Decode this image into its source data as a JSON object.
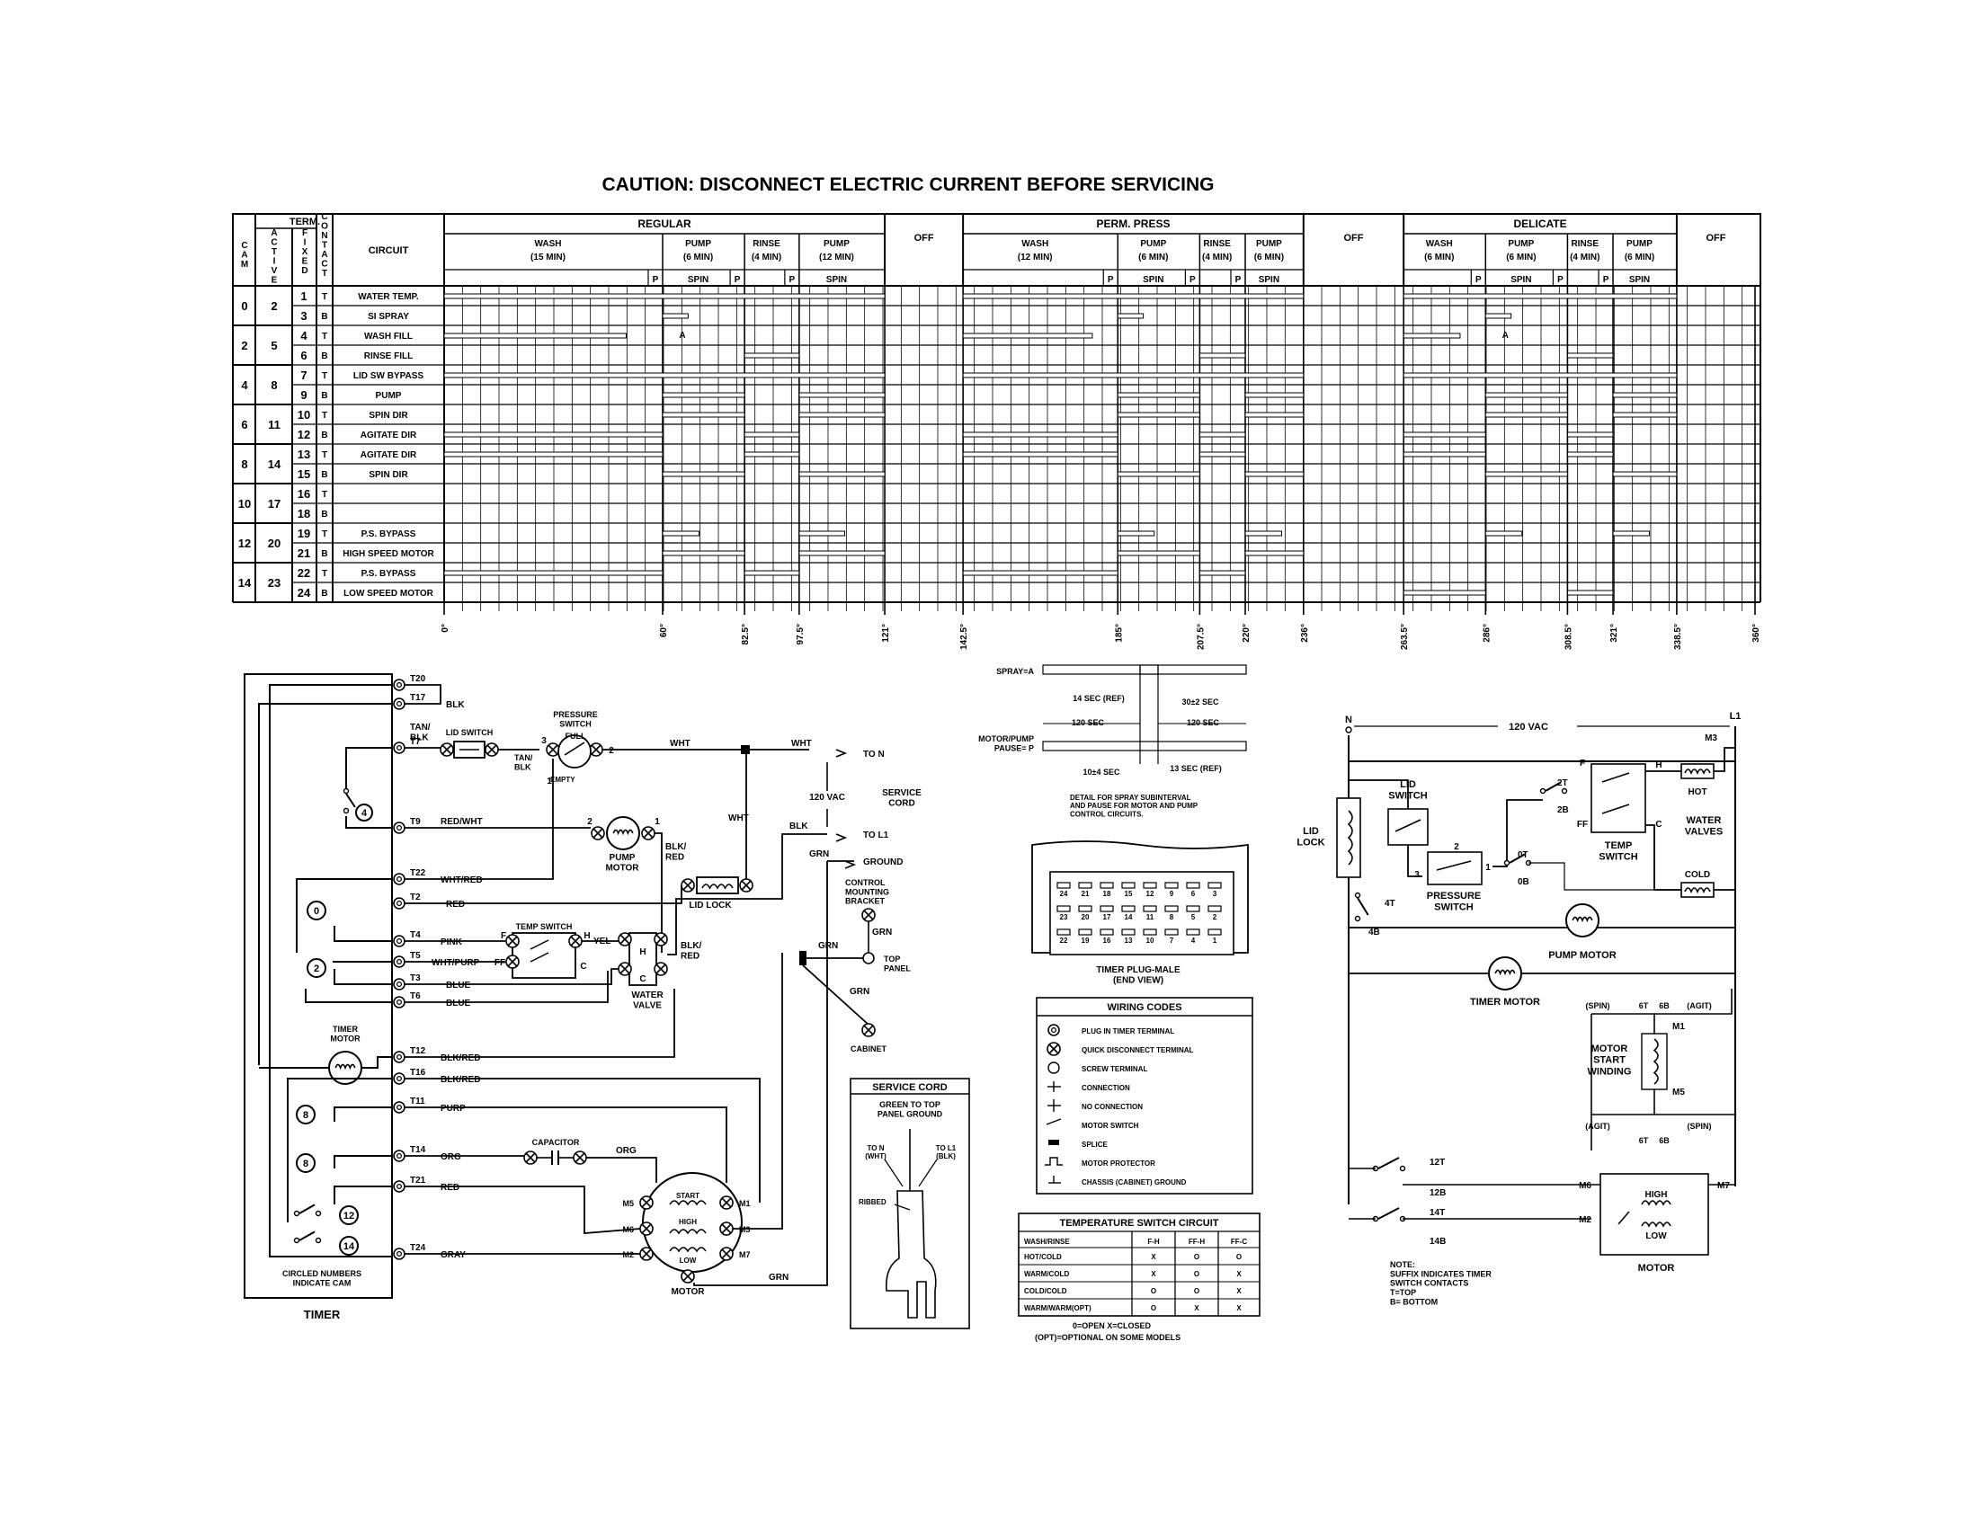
{
  "title": "CAUTION: DISCONNECT ELECTRIC CURRENT BEFORE SERVICING",
  "timer_chart": {
    "header": {
      "term": "TERM.",
      "cam": "CAM",
      "active": "ACTIVE",
      "fixed": "FIXED",
      "contact": "CONTACT",
      "circuit": "CIRCUIT"
    },
    "cycles": [
      {
        "name": "REGULAR",
        "segments": [
          {
            "name": "WASH",
            "time": "(15 MIN)",
            "sub": "",
            "p": "P"
          },
          {
            "name": "PUMP",
            "time": "(6 MIN)",
            "sub": "SPIN",
            "p": "P"
          },
          {
            "name": "RINSE",
            "time": "(4 MIN)",
            "sub": "",
            "p": "P"
          },
          {
            "name": "PUMP",
            "time": "(12 MIN)",
            "sub": "SPIN",
            "p": ""
          }
        ]
      },
      {
        "name": "OFF",
        "segments": []
      },
      {
        "name": "PERM. PRESS",
        "segments": [
          {
            "name": "WASH",
            "time": "(12 MIN)",
            "sub": "",
            "p": "P"
          },
          {
            "name": "PUMP",
            "time": "(6 MIN)",
            "sub": "SPIN",
            "p": "P"
          },
          {
            "name": "RINSE",
            "time": "(4 MIN)",
            "sub": "",
            "p": "P"
          },
          {
            "name": "PUMP",
            "time": "(6 MIN)",
            "sub": "SPIN",
            "p": ""
          }
        ]
      },
      {
        "name": "OFF",
        "segments": []
      },
      {
        "name": "DELICATE",
        "segments": [
          {
            "name": "WASH",
            "time": "(6 MIN)",
            "sub": "",
            "p": "P"
          },
          {
            "name": "PUMP",
            "time": "(6 MIN)",
            "sub": "SPIN",
            "p": "P"
          },
          {
            "name": "RINSE",
            "time": "(4 MIN)",
            "sub": "",
            "p": "P"
          },
          {
            "name": "PUMP",
            "time": "(6 MIN)",
            "sub": "SPIN",
            "p": ""
          }
        ]
      },
      {
        "name": "OFF",
        "segments": []
      }
    ],
    "cams": [
      {
        "cam": "0",
        "active": "2",
        "rows": [
          {
            "fixed": "1",
            "contact": "T",
            "circuit": "WATER TEMP."
          },
          {
            "fixed": "3",
            "contact": "B",
            "circuit": "SI SPRAY"
          }
        ]
      },
      {
        "cam": "2",
        "active": "5",
        "rows": [
          {
            "fixed": "4",
            "contact": "T",
            "circuit": "WASH FILL"
          },
          {
            "fixed": "6",
            "contact": "B",
            "circuit": "RINSE FILL"
          }
        ]
      },
      {
        "cam": "4",
        "active": "8",
        "rows": [
          {
            "fixed": "7",
            "contact": "T",
            "circuit": "LID SW BYPASS"
          },
          {
            "fixed": "9",
            "contact": "B",
            "circuit": "PUMP"
          }
        ]
      },
      {
        "cam": "6",
        "active": "11",
        "rows": [
          {
            "fixed": "10",
            "contact": "T",
            "circuit": "SPIN DIR"
          },
          {
            "fixed": "12",
            "contact": "B",
            "circuit": "AGITATE DIR"
          }
        ]
      },
      {
        "cam": "8",
        "active": "14",
        "rows": [
          {
            "fixed": "13",
            "contact": "T",
            "circuit": "AGITATE DIR"
          },
          {
            "fixed": "15",
            "contact": "B",
            "circuit": "SPIN DIR"
          }
        ]
      },
      {
        "cam": "10",
        "active": "17",
        "rows": [
          {
            "fixed": "16",
            "contact": "T",
            "circuit": ""
          },
          {
            "fixed": "18",
            "contact": "B",
            "circuit": ""
          }
        ]
      },
      {
        "cam": "12",
        "active": "20",
        "rows": [
          {
            "fixed": "19",
            "contact": "T",
            "circuit": "P.S. BYPASS"
          },
          {
            "fixed": "21",
            "contact": "B",
            "circuit": "HIGH SPEED MOTOR"
          }
        ]
      },
      {
        "cam": "14",
        "active": "23",
        "rows": [
          {
            "fixed": "22",
            "contact": "T",
            "circuit": "P.S. BYPASS"
          },
          {
            "fixed": "24",
            "contact": "B",
            "circuit": "LOW SPEED MOTOR"
          }
        ]
      }
    ],
    "spray_mark": "A",
    "degree_ticks": [
      {
        "deg": 0,
        "label": "0°"
      },
      {
        "deg": 60,
        "label": "60°"
      },
      {
        "deg": 82.5,
        "label": "82.5°"
      },
      {
        "deg": 97.5,
        "label": "97.5°"
      },
      {
        "deg": 121,
        "label": "121°"
      },
      {
        "deg": 142.5,
        "label": "142.5°"
      },
      {
        "deg": 185,
        "label": "185°"
      },
      {
        "deg": 207.5,
        "label": "207.5°"
      },
      {
        "deg": 220,
        "label": "220°"
      },
      {
        "deg": 236,
        "label": "236°"
      },
      {
        "deg": 263.5,
        "label": "263.5°"
      },
      {
        "deg": 286,
        "label": "286°"
      },
      {
        "deg": 308.5,
        "label": "308.5°"
      },
      {
        "deg": 321,
        "label": "321°"
      },
      {
        "deg": 338.5,
        "label": "338.5°"
      },
      {
        "deg": 360,
        "label": "360°"
      }
    ]
  },
  "timer_schematic": {
    "terminals": [
      "T20",
      "T17",
      "T7",
      "T9",
      "T22",
      "T2",
      "T4",
      "T5",
      "T3",
      "T6",
      "T12",
      "T16",
      "T11",
      "T14",
      "T21",
      "T24"
    ],
    "cam_circles": [
      "4",
      "0",
      "2",
      "8",
      "8",
      "12",
      "14"
    ],
    "timer_motor": "TIMER\nMOTOR",
    "note": "CIRCLED NUMBERS\nINDICATE CAM",
    "caption": "TIMER",
    "wire_labels": {
      "blk1": "BLK",
      "tanblk": "TAN/\nBLK",
      "redwht": "RED/WHT",
      "whtred": "WHT/RED",
      "red": "RED",
      "pink": "PINK",
      "whtpurp": "WHT/PURP",
      "blue1": "BLUE",
      "blue2": "BLUE",
      "blkred1": "BLK/RED",
      "blkred2": "BLK/RED",
      "purp": "PURP",
      "org1": "ORG",
      "org2": "ORG",
      "red2": "RED",
      "gray": "GRAY",
      "wht1": "WHT",
      "wht2": "WHT",
      "wht3": "WHT",
      "blk2": "BLK",
      "grn1": "GRN",
      "grn2": "GRN",
      "grn3": "GRN",
      "grn4": "GRN",
      "grn5": "GRN",
      "blkred3": "BLK/\nRED",
      "blkred4": "BLK/\nRED",
      "yel": "YEL",
      "tanblk2": "TAN/\nBLK"
    },
    "components": {
      "lid_switch": "LID SWITCH",
      "pressure_switch": "PRESSURE\nSWITCH",
      "full": "FULL",
      "empty": "EMPTY",
      "pump_motor": "PUMP\nMOTOR",
      "lid_lock": "LID LOCK",
      "temp_switch": "TEMP SWITCH",
      "water_valve": "WATER\nVALVE",
      "capacitor": "CAPACITOR",
      "motor": "MOTOR",
      "start": "START",
      "high": "HIGH",
      "low": "LOW",
      "to_n": "TO N",
      "to_l1": "TO L1",
      "ground": "GROUND",
      "vac": "120 VAC",
      "service_cord": "SERVICE\nCORD",
      "control_bracket": "CONTROL\nMOUNTING\nBRACKET",
      "top_panel": "TOP\nPANEL",
      "cabinet": "CABINET"
    },
    "pin_labels": [
      "3",
      "2",
      "1",
      "2",
      "1",
      "F",
      "H",
      "FF",
      "C",
      "H",
      "C",
      "M5",
      "M1",
      "M6",
      "M3",
      "M2",
      "M7"
    ]
  },
  "spray_detail": {
    "spray_label": "SPRAY=A",
    "motor_label": "MOTOR/PUMP\nPAUSE= P",
    "sec14": "14 SEC (REF)",
    "sec30": "30±2 SEC",
    "sec120a": "120 SEC",
    "sec120b": "120 SEC",
    "sec10": "10±4 SEC",
    "sec13": "13 SEC (REF)",
    "note": "DETAIL FOR SPRAY SUBINTERVAL\nAND PAUSE FOR MOTOR AND PUMP\nCONTROL CIRCUITS."
  },
  "timer_plug": {
    "top_row": [
      "24",
      "21",
      "18",
      "15",
      "12",
      "9",
      "6",
      "3"
    ],
    "mid_row": [
      "23",
      "20",
      "17",
      "14",
      "11",
      "8",
      "5",
      "2"
    ],
    "bottom_row": [
      "22",
      "19",
      "16",
      "13",
      "10",
      "7",
      "4",
      "1"
    ],
    "caption": "TIMER PLUG-MALE\n(END VIEW)"
  },
  "wiring_codes": {
    "title": "WIRING CODES",
    "items": [
      "PLUG IN TIMER TERMINAL",
      "QUICK DISCONNECT TERMINAL",
      "SCREW TERMINAL",
      "CONNECTION",
      "NO CONNECTION",
      "MOTOR SWITCH",
      "SPLICE",
      "MOTOR PROTECTOR",
      "CHASSIS (CABINET) GROUND"
    ]
  },
  "service_cord_box": {
    "title": "SERVICE CORD",
    "green": "GREEN TO TOP\nPANEL GROUND",
    "to_n": "TO N\n(WHT)",
    "to_l1": "TO L1\n(BLK)",
    "ribbed": "RIBBED"
  },
  "temp_switch_table": {
    "title": "TEMPERATURE SWITCH CIRCUIT",
    "headers": [
      "WASH/RINSE",
      "F-H",
      "FF-H",
      "FF-C"
    ],
    "rows": [
      [
        "HOT/COLD",
        "X",
        "O",
        "O"
      ],
      [
        "WARM/COLD",
        "X",
        "O",
        "X"
      ],
      [
        "COLD/COLD",
        "O",
        "O",
        "X"
      ],
      [
        "WARM/WARM(OPT)",
        "O",
        "X",
        "X"
      ]
    ],
    "legend1": "0=OPEN     X=CLOSED",
    "legend2": "(OPT)=OPTIONAL ON SOME MODELS"
  },
  "ladder": {
    "n": "N",
    "l1": "L1",
    "vac": "120 VAC",
    "lid_lock": "LID\nLOCK",
    "lid_switch": "LID\nSWITCH",
    "pressure_switch": "PRESSURE\nSWITCH",
    "temp_switch": "TEMP\nSWITCH",
    "water_valves": "WATER\nVALVES",
    "hot": "HOT",
    "cold": "COLD",
    "pump_motor": "PUMP MOTOR",
    "timer_motor": "TIMER MOTOR",
    "motor_start": "MOTOR\nSTART\nWINDING",
    "motor": "MOTOR",
    "high": "HIGH",
    "low": "LOW",
    "spin1": "(SPIN)",
    "agit1": "(AGIT)",
    "agit2": "(AGIT)",
    "spin2": "(SPIN)",
    "contacts": [
      "2T",
      "2B",
      "0T",
      "0B",
      "4T",
      "4B",
      "6T",
      "6B",
      "6T",
      "6B",
      "12T",
      "12B",
      "14T",
      "14B"
    ],
    "pins": [
      "M3",
      "F",
      "H",
      "FF",
      "C",
      "2",
      "3",
      "1",
      "M1",
      "M5",
      "M6",
      "M7",
      "M2"
    ],
    "note": "NOTE:\nSUFFIX INDICATES TIMER\nSWITCH CONTACTS\nT=TOP\nB= BOTTOM"
  }
}
